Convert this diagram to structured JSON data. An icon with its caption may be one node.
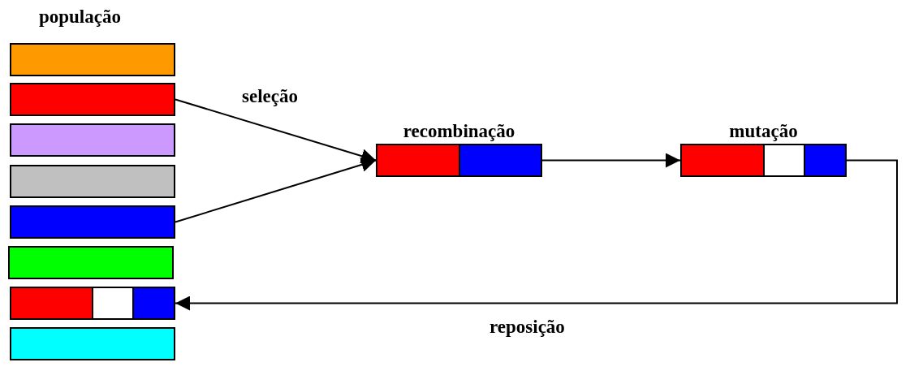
{
  "diagram": {
    "nodes": [
      {
        "text": [],
        "shape": "bar"
      },
      {
        "text": [],
        "shape": "bar"
      },
      {
        "text": [],
        "shape": "bar"
      },
      {
        "text": [],
        "shape": "bar"
      },
      {
        "text": [],
        "shape": "bar"
      },
      {
        "text": [],
        "shape": "bar"
      },
      {
        "text": [],
        "shape": "bar"
      },
      {
        "text": [],
        "shape": "bar"
      },
      {
        "text": [
          "recombinação"
        ]
      },
      {
        "text": [
          "mutação"
        ]
      }
    ],
    "edges": [
      {
        "from": 1,
        "to": 8,
        "arrow": "to",
        "label": "seleção"
      },
      {
        "from": 4,
        "to": 8,
        "arrow": "to"
      },
      {
        "from": 8,
        "to": 9,
        "arrow": "to"
      },
      {
        "from": 9,
        "to": 6,
        "arrow": "to",
        "label": "reposição"
      }
    ],
    "labels": [
      "população"
    ]
  }
}
